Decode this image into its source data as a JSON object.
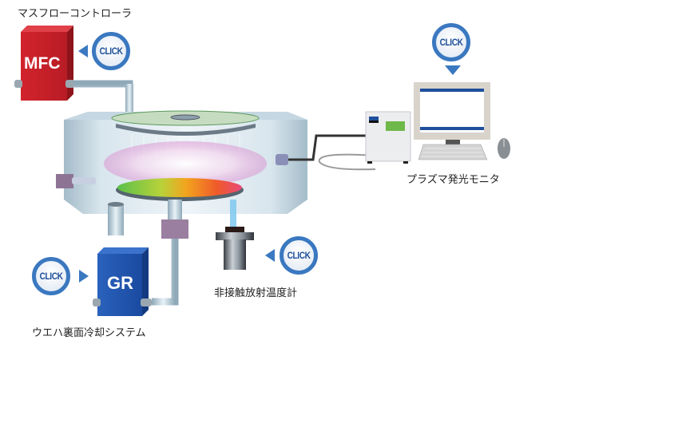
{
  "labels": {
    "mfc_title": "マスフローコントローラ",
    "plasma_monitor": "プラズマ発光モニタ",
    "thermometer": "非接触放射温度計",
    "wafer_cooling": "ウエハ裏面冷却システム"
  },
  "devices": {
    "mfc": "MFC",
    "gr": "GR"
  },
  "buttons": {
    "click_mfc": "CLICK",
    "click_monitor": "CLICK",
    "click_gr": "CLICK",
    "click_thermometer": "CLICK"
  },
  "colors": {
    "mfc_red": "#c8202a",
    "gr_blue": "#1e56b0",
    "click_blue": "#3a78c0",
    "screen_bar": "#1f4f9c",
    "panel_green": "#6fb84a"
  }
}
